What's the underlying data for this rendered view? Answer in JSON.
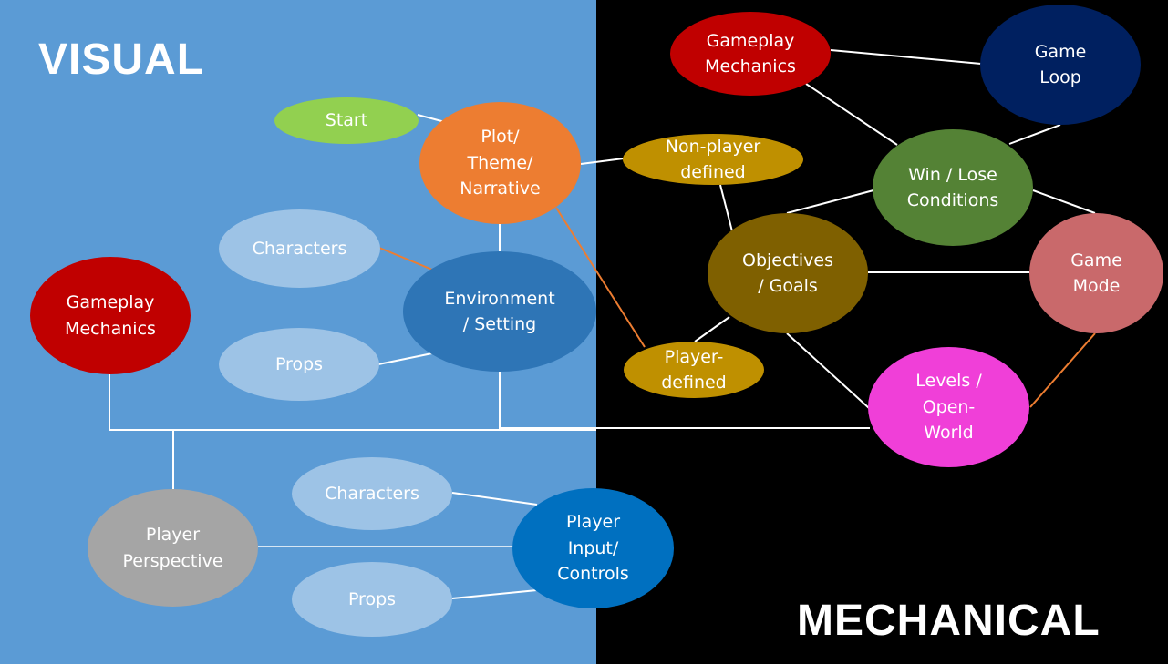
{
  "sections": {
    "visual_title": "VISUAL",
    "mechanical_title": "MECHANICAL"
  },
  "colors": {
    "visual_background": "#5b9bd5",
    "mechanical_background": "#000000",
    "connector_white": "#ffffff",
    "connector_orange": "#ed7d31"
  },
  "nodes": {
    "start": {
      "label": "Start",
      "color": "#92d050"
    },
    "plot": {
      "label": "Plot/\nTheme/\nNarrative",
      "color": "#ed7d31"
    },
    "characters_top": {
      "label": "Characters",
      "color": "#9dc3e6"
    },
    "environment": {
      "label": "Environment\n/ Setting",
      "color": "#2e75b6"
    },
    "props_top": {
      "label": "Props",
      "color": "#9dc3e6"
    },
    "gameplay_left": {
      "label": "Gameplay\nMechanics",
      "color": "#c00000"
    },
    "player_perspective": {
      "label": "Player\nPerspective",
      "color": "#a5a5a5"
    },
    "characters_bottom": {
      "label": "Characters",
      "color": "#9dc3e6"
    },
    "props_bottom": {
      "label": "Props",
      "color": "#9dc3e6"
    },
    "player_input": {
      "label": "Player\nInput/\nControls",
      "color": "#0070c0"
    },
    "gameplay_right": {
      "label": "Gameplay\nMechanics",
      "color": "#c00000"
    },
    "game_loop": {
      "label": "Game\nLoop",
      "color": "#002060"
    },
    "non_player": {
      "label": "Non-player\ndefined",
      "color": "#bf9000"
    },
    "win_lose": {
      "label": "Win / Lose\nConditions",
      "color": "#548235"
    },
    "objectives": {
      "label": "Objectives\n/ Goals",
      "color": "#7f6000"
    },
    "game_mode": {
      "label": "Game\nMode",
      "color": "#c9696b"
    },
    "player_defined": {
      "label": "Player-\ndefined",
      "color": "#bf9000"
    },
    "levels": {
      "label": "Levels /\nOpen-\nWorld",
      "color": "#f03fd8"
    }
  }
}
